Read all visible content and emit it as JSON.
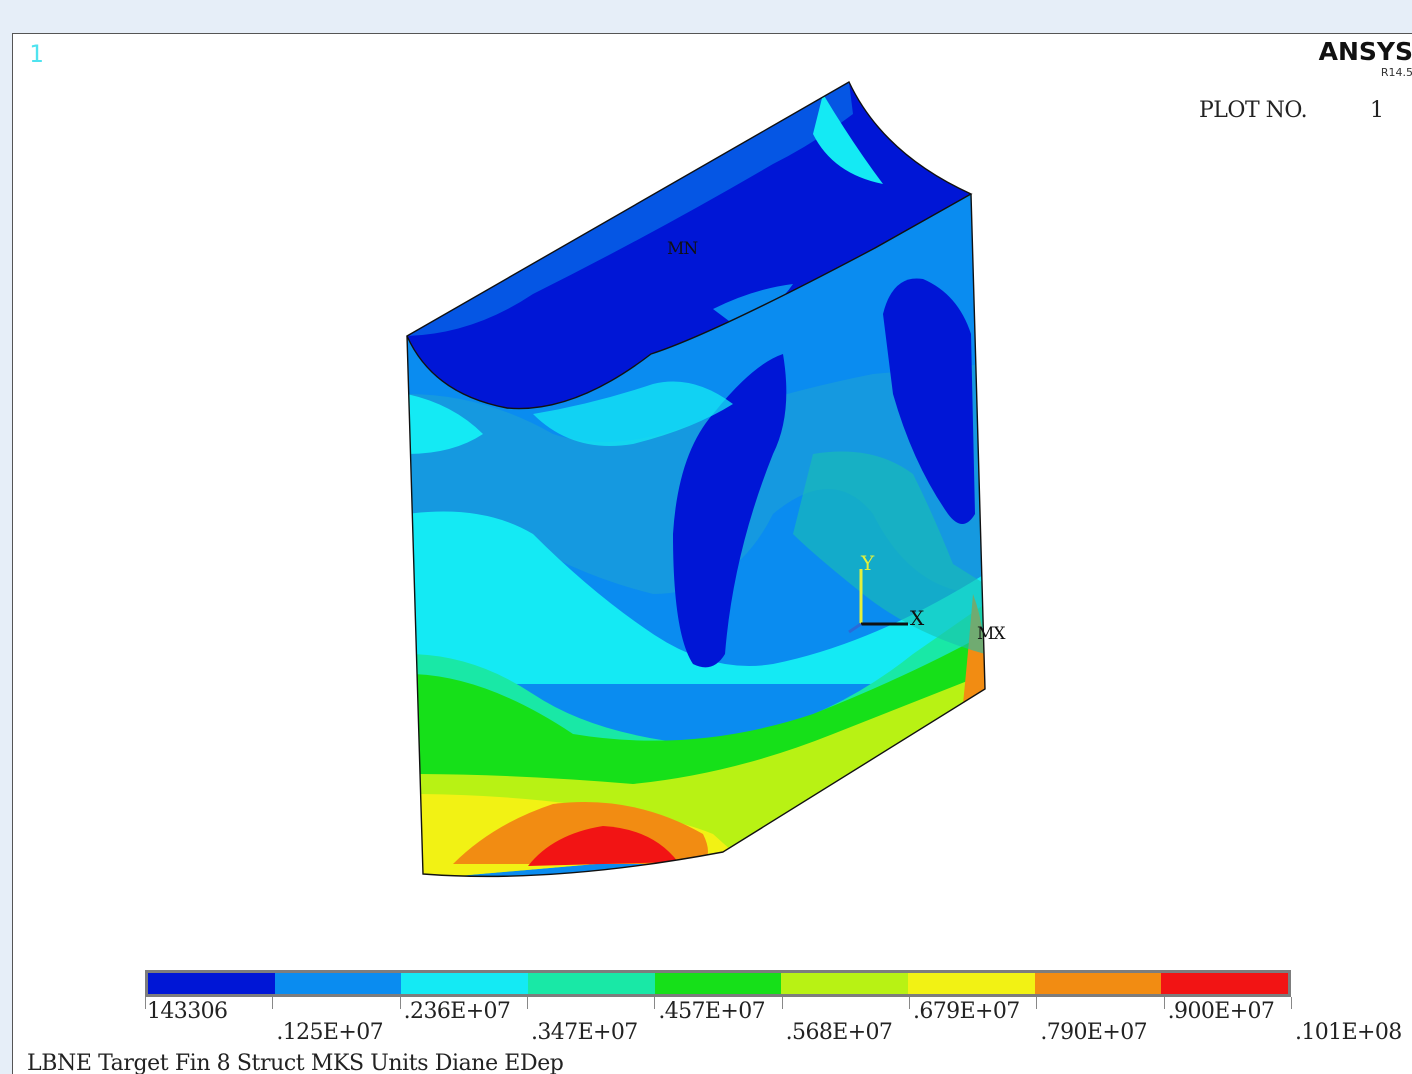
{
  "window": {
    "number": "1"
  },
  "brand": {
    "name": "ANSYS",
    "version": "R14.5"
  },
  "plot": {
    "label": "PLOT NO.",
    "number": "1"
  },
  "markers": {
    "min": "MN",
    "max": "MX"
  },
  "axes": {
    "x": "X",
    "y": "Y"
  },
  "legend": {
    "colors": [
      "#0016d6",
      "#0a8cf0",
      "#14eaf4",
      "#19e8a6",
      "#16e019",
      "#b8f214",
      "#f2f214",
      "#f28c12",
      "#f21414"
    ],
    "ticks": [
      {
        "label": "143306",
        "row": "upper"
      },
      {
        "label": ".125E+07",
        "row": "lower"
      },
      {
        "label": ".236E+07",
        "row": "upper"
      },
      {
        "label": ".347E+07",
        "row": "lower"
      },
      {
        "label": ".457E+07",
        "row": "upper"
      },
      {
        "label": ".568E+07",
        "row": "lower"
      },
      {
        "label": ".679E+07",
        "row": "upper"
      },
      {
        "label": ".790E+07",
        "row": "lower"
      },
      {
        "label": ".900E+07",
        "row": "upper"
      },
      {
        "label": ".101E+08",
        "row": "lower"
      }
    ]
  },
  "title": "LBNE Target Fin 8 Struct MKS Units Diane EDep"
}
